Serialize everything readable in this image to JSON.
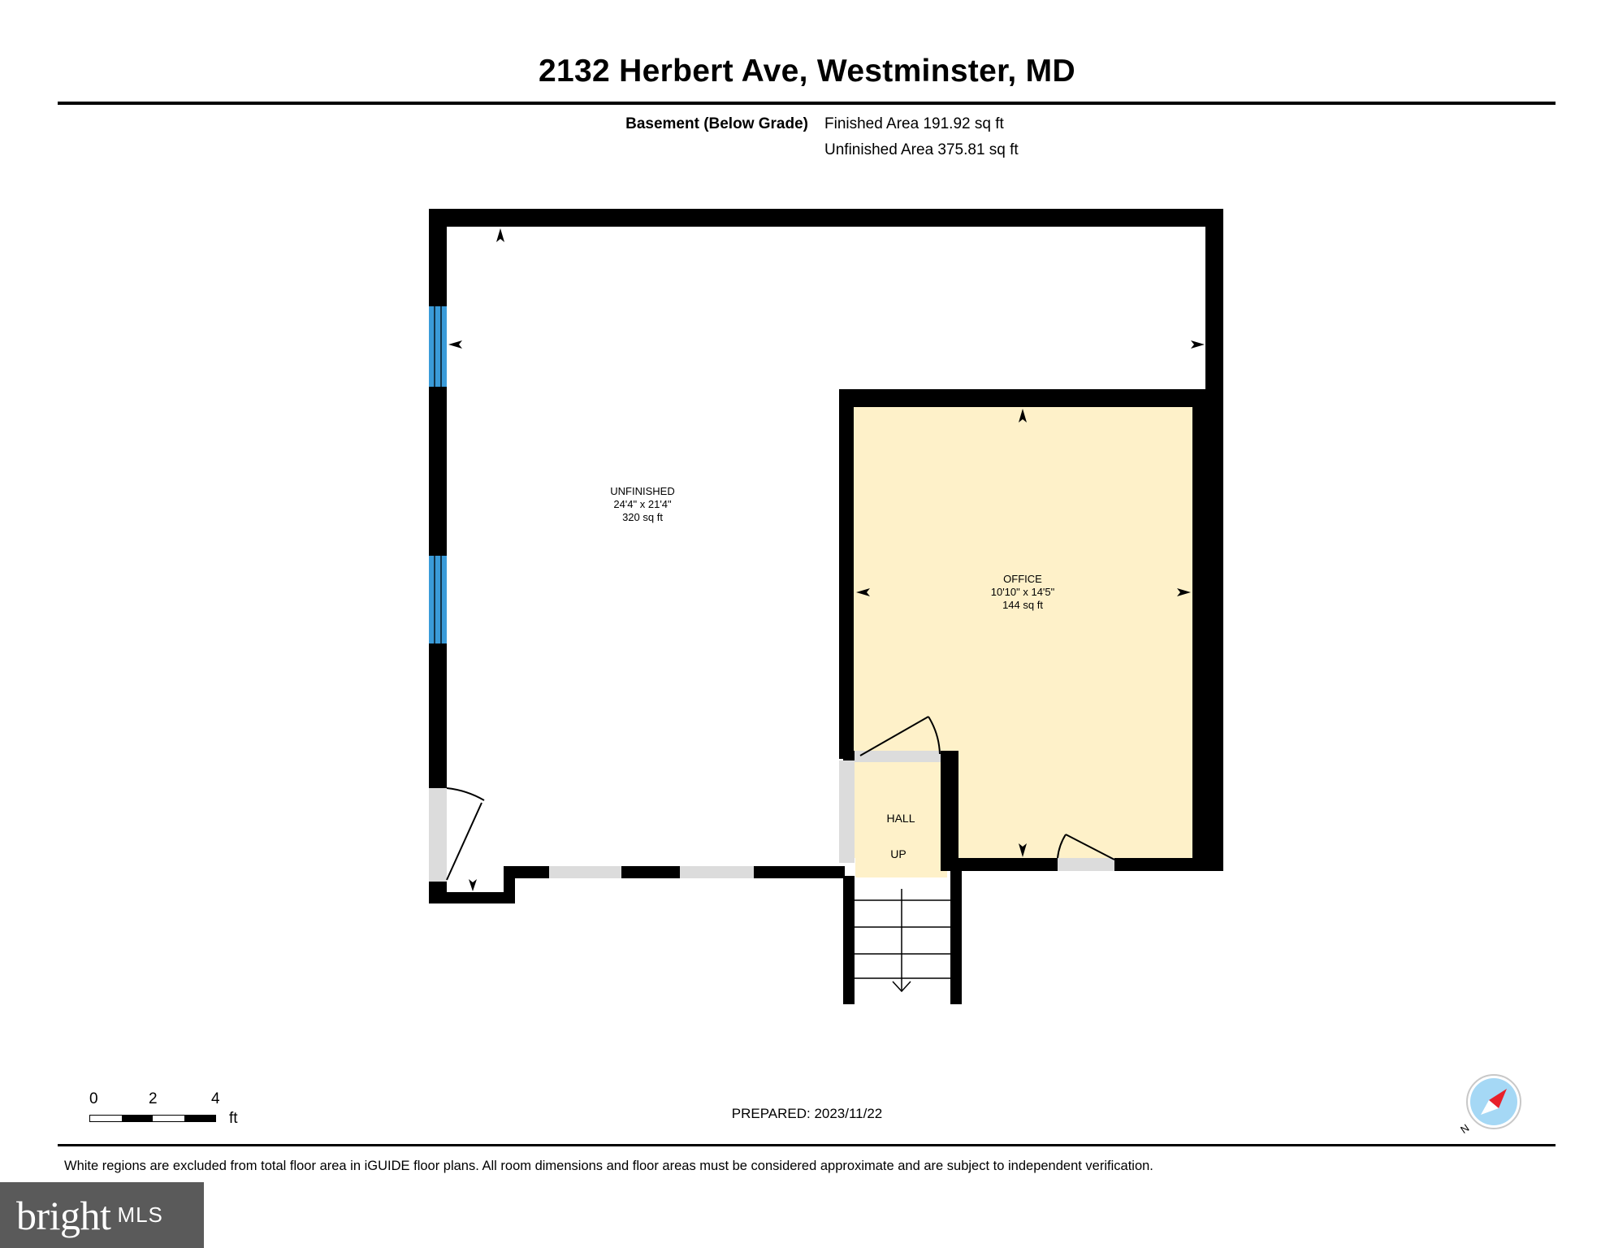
{
  "header": {
    "title": "2132 Herbert Ave, Westminster, MD"
  },
  "summary": {
    "floor_label": "Basement (Below Grade)",
    "finished_area": "Finished Area 191.92 sq ft",
    "unfinished_area": "Unfinished Area 375.81 sq ft"
  },
  "rooms": {
    "unfinished": {
      "name": "UNFINISHED",
      "dims": "24'4\" x 21'4\"",
      "area": "320 sq ft"
    },
    "office": {
      "name": "OFFICE",
      "dims": "10'10\" x 14'5\"",
      "area": "144 sq ft"
    },
    "hall": {
      "name": "HALL",
      "stair": "UP"
    }
  },
  "scale": {
    "ticks": [
      "0",
      "2",
      "4"
    ],
    "unit": "ft"
  },
  "compass": {
    "label": "N"
  },
  "footer": {
    "prepared": "PREPARED: 2023/11/22",
    "disclaimer": "White regions are excluded from total floor area in iGUIDE floor plans. All room dimensions and floor areas must be considered approximate and are subject to independent verification."
  },
  "logo": {
    "word": "bright",
    "suffix": "MLS"
  },
  "colors": {
    "wall": "#000000",
    "finished_fill": "#fef1c9",
    "window": "#3a9bd9",
    "opening": "#dcdcdc",
    "compass_ring": "#a5d8f5",
    "compass_needle": "#e8202a",
    "logo_bg": "#5a5a5a"
  }
}
